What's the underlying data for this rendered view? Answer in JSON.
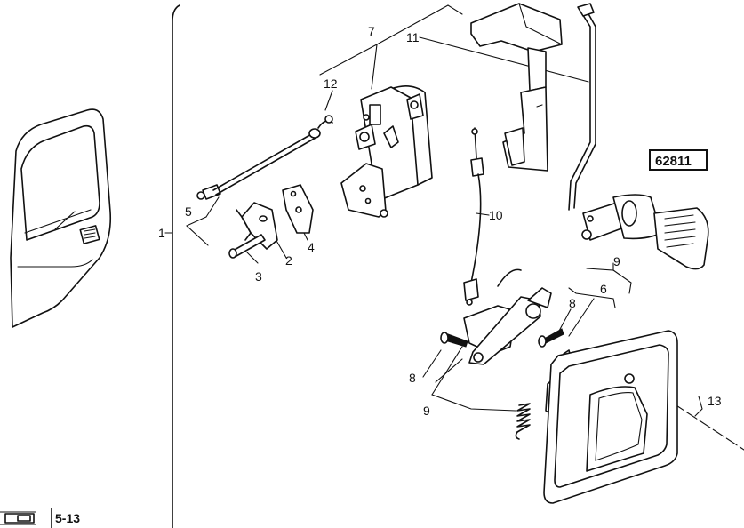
{
  "reference_code": "62811",
  "page_ref": "5-13",
  "callouts": {
    "c1": "1",
    "c2": "2",
    "c3": "3",
    "c4": "4",
    "c5": "5",
    "c6": "6",
    "c7": "7",
    "c8a": "8",
    "c8b": "8",
    "c9a": "9",
    "c9b": "9",
    "c10": "10",
    "c11": "11",
    "c12": "12",
    "c13": "13"
  }
}
